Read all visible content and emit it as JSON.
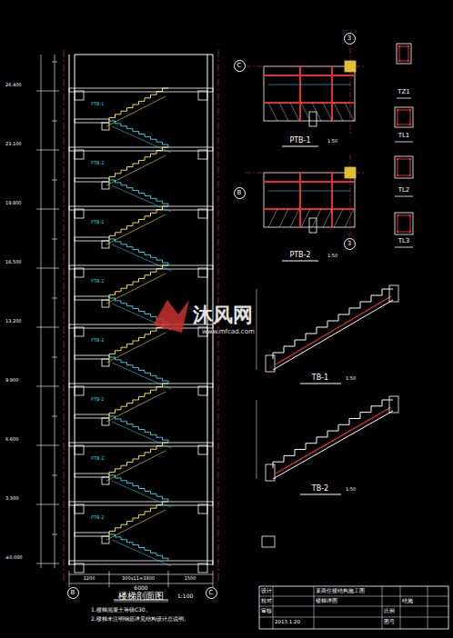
{
  "diagram": {
    "nodes": [
      {
        "text": [
          "C"
        ]
      },
      {
        "text": [
          "3"
        ]
      },
      {
        "text": [
          "B"
        ]
      },
      {
        "text": [
          "3"
        ]
      },
      {
        "text": [
          "B"
        ]
      },
      {
        "text": [
          "C"
        ]
      }
    ],
    "labels": [
      "楼梯剖面图",
      "1:100",
      "PTB-1",
      "1:50",
      "PTB-2",
      "1:50",
      "TZ1",
      "TL1",
      "TL2",
      "TL3",
      "TB-1",
      "1:50",
      "TB-2",
      "1:50",
      "1.楼梯混凝土等级C30。",
      "2.楼梯未注明钢筋详见结构设计总说明。",
      "6000",
      "300x11=3300",
      "1500",
      "1200",
      "±0.000",
      "3.300",
      "6.600",
      "9.900",
      "13.200",
      "16.500",
      "19.800",
      "23.100",
      "26.400",
      "PTB-2",
      "PTB-2",
      "PTB-2",
      "PTB-2",
      "PTB-2",
      "PTB-2",
      "PTB-2",
      "PTB-1",
      "沐风网",
      "www.mfcad.com",
      "某商住楼结构施工图",
      "楼梯详图",
      "结施",
      "设计",
      "校对",
      "审核",
      "2013.1.20",
      "比例",
      "图号"
    ]
  }
}
